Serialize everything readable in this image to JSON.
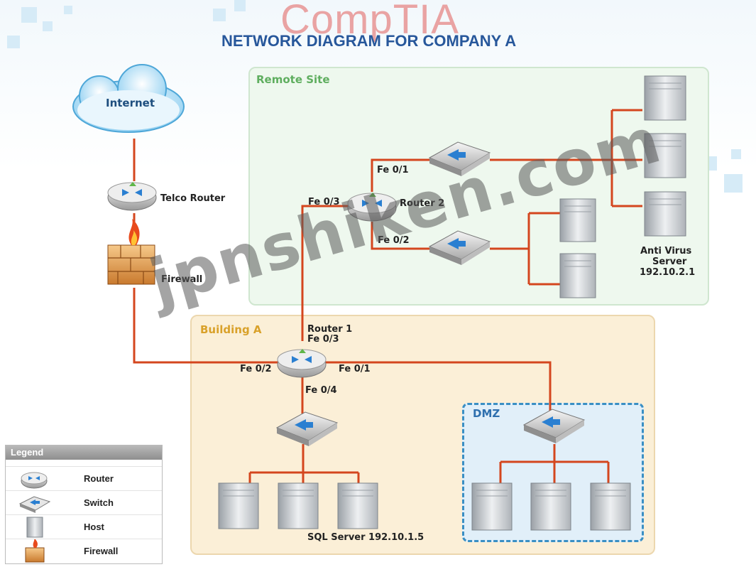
{
  "header": {
    "brand_logo": "CompTIA",
    "title": "NETWORK DIAGRAM FOR COMPANY A"
  },
  "zones": {
    "remote_site": "Remote Site",
    "building_a": "Building A",
    "dmz": "DMZ"
  },
  "devices": {
    "internet": "Internet",
    "telco_router": "Telco Router",
    "firewall": "Firewall",
    "router1": "Router 1",
    "router2": "Router 2",
    "antivirus_server_line1": "Anti Virus",
    "antivirus_server_line2": "Server",
    "antivirus_server_ip": "192.10.2.1",
    "sql_server": "SQL Server 192.10.1.5"
  },
  "ports": {
    "router1_fe03": "Fe 0/3",
    "router1_fe02": "Fe 0/2",
    "router1_fe01": "Fe 0/1",
    "router1_fe04": "Fe 0/4",
    "router2_fe03": "Fe 0/3",
    "router2_fe01": "Fe 0/1",
    "router2_fe02": "Fe 0/2"
  },
  "legend": {
    "title": "Legend",
    "items": [
      {
        "label": "Router",
        "icon": "router-icon"
      },
      {
        "label": "Switch",
        "icon": "switch-icon"
      },
      {
        "label": "Host",
        "icon": "host-icon"
      },
      {
        "label": "Firewall",
        "icon": "firewall-icon"
      }
    ]
  },
  "watermark": "jpnshiken.com",
  "colors": {
    "link": "#d4461e",
    "title": "#27579b",
    "remote_site_title": "#5fae5f",
    "building_title": "#d9a12a",
    "dmz_title": "#2e6fae",
    "brand": "#e9a3a3"
  }
}
